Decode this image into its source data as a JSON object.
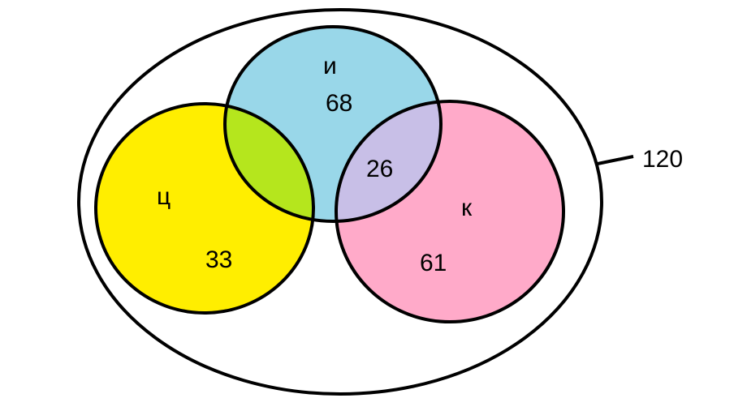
{
  "universe": {
    "total_label": "120"
  },
  "sets": {
    "c": {
      "name": "ц",
      "value": "33",
      "color": "#ffee00"
    },
    "i": {
      "name": "и",
      "value": "68",
      "color": "#99d7e9"
    },
    "k": {
      "name": "к",
      "value": "61",
      "color": "#ffaac9"
    }
  },
  "overlaps": {
    "c_i": {
      "color": "#b5e61d"
    },
    "i_k": {
      "value": "26",
      "color": "#c8bfe7"
    }
  }
}
